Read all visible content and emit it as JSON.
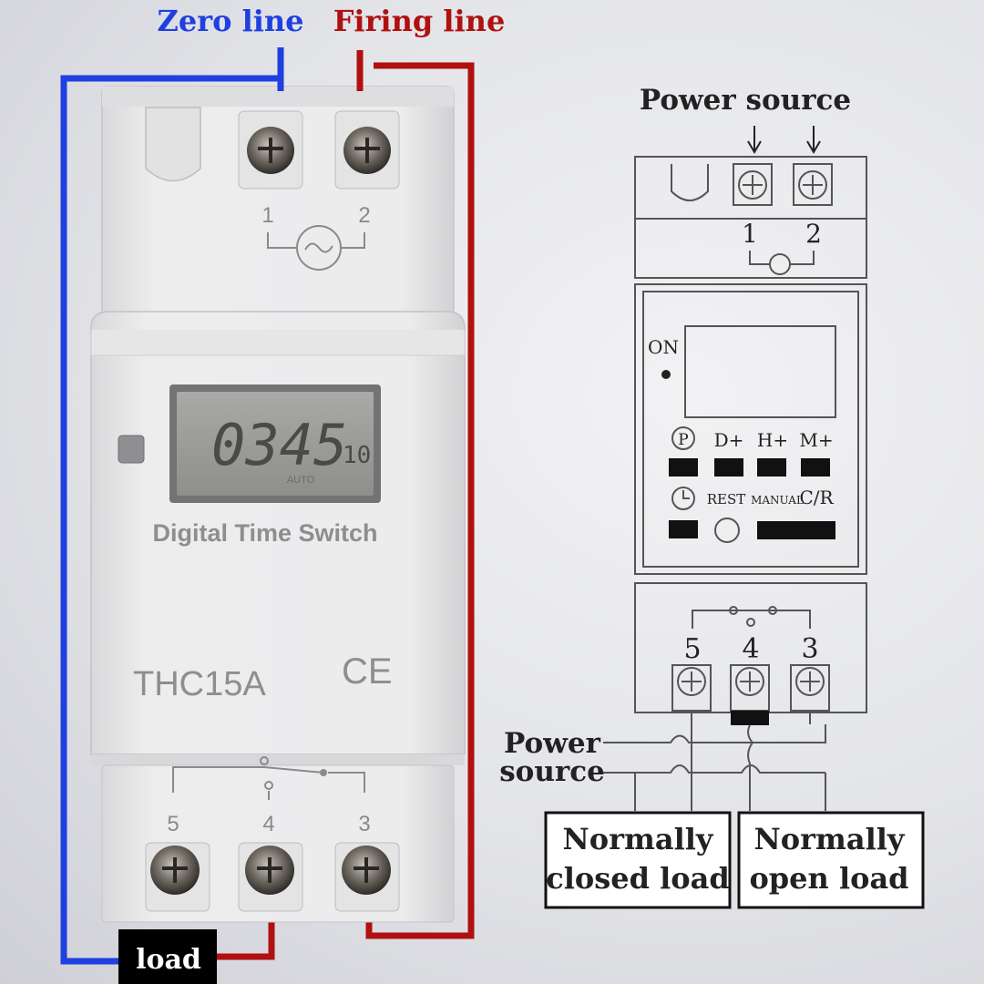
{
  "labels": {
    "zero_line": "Zero line",
    "firing_line": "Firing line",
    "load": "load"
  },
  "device": {
    "title": "Digital Time Switch",
    "model": "THC15A",
    "ce_mark": "CE",
    "lcd_digits": "0345",
    "lcd_seconds": "10",
    "lcd_mode": "AUTO",
    "top_terminals": [
      "1",
      "2"
    ],
    "bottom_terminals": [
      "5",
      "4",
      "3"
    ]
  },
  "schematic": {
    "power_source_top": "Power source",
    "top_terminals": [
      "1",
      "2"
    ],
    "on_label": "ON",
    "buttons_row1": [
      "D+",
      "H+",
      "M+"
    ],
    "p_symbol": "P",
    "buttons_row2": [
      "REST",
      "MANUAL",
      "C/R"
    ],
    "bottom_terminals": [
      "5",
      "4",
      "3"
    ],
    "power_source_left_1": "Power",
    "power_source_left_2": "source",
    "box_left_1": "Normally",
    "box_left_2": "closed load",
    "box_right_1": "Normally",
    "box_right_2": "open load"
  },
  "colors": {
    "zero_line": "#1f3fe0",
    "firing_line": "#b01010"
  }
}
